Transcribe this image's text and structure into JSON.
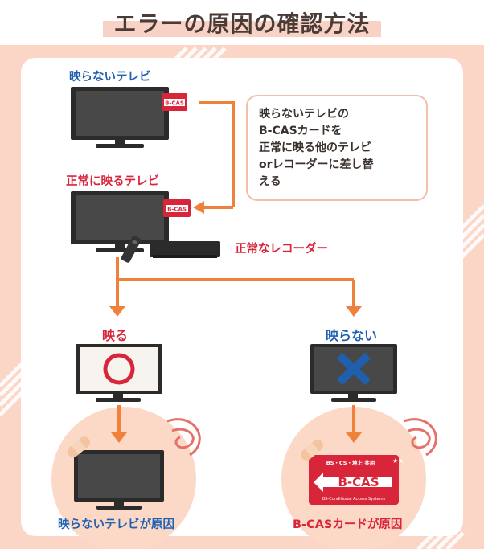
{
  "title": "エラーの原因の確認方法",
  "labels": {
    "tv_no_image": "映らないテレビ",
    "tv_normal": "正常に映るテレビ",
    "recorder_normal": "正常なレコーダー",
    "result_ok": "映る",
    "result_ng": "映らない",
    "cause_tv": "映らないテレビが原因",
    "cause_card": "B-CASカードが原因"
  },
  "callout": {
    "lines": [
      "映らないテレビの",
      "B-CASカードを",
      "正常に映る他のテレビ",
      "orレコーダーに差し替",
      "える"
    ]
  },
  "card": {
    "small_text": "B-CAS",
    "top_text": "BS・CS・地上 共用",
    "big_text": "B-CAS",
    "bottom_text": "BS-Conditional Access Systems"
  },
  "colors": {
    "accent_orange": "#f0813a",
    "card_red": "#d9253a",
    "label_blue": "#2060b0",
    "background_peach": "#fbd6c6",
    "circle_peach": "#fcd9c7",
    "title_highlight": "#f8d2c4"
  },
  "icons": [
    "tv-icon",
    "recorder-icon",
    "remote-icon",
    "bcas-card-icon",
    "circle-ok-icon",
    "cross-ng-icon",
    "bandage-icon",
    "signal-swirl-icon"
  ]
}
